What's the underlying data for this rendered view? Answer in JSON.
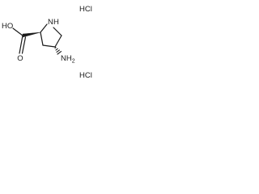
{
  "labels": {
    "salt_top": "HCl",
    "salt_bottom": "HCl",
    "hydroxyl": "HO",
    "carbonyl_oxygen": "O",
    "ring_nitrogen": "N",
    "ring_nitrogen_h": "H",
    "amino": "NH",
    "amino_subscript": "2"
  }
}
